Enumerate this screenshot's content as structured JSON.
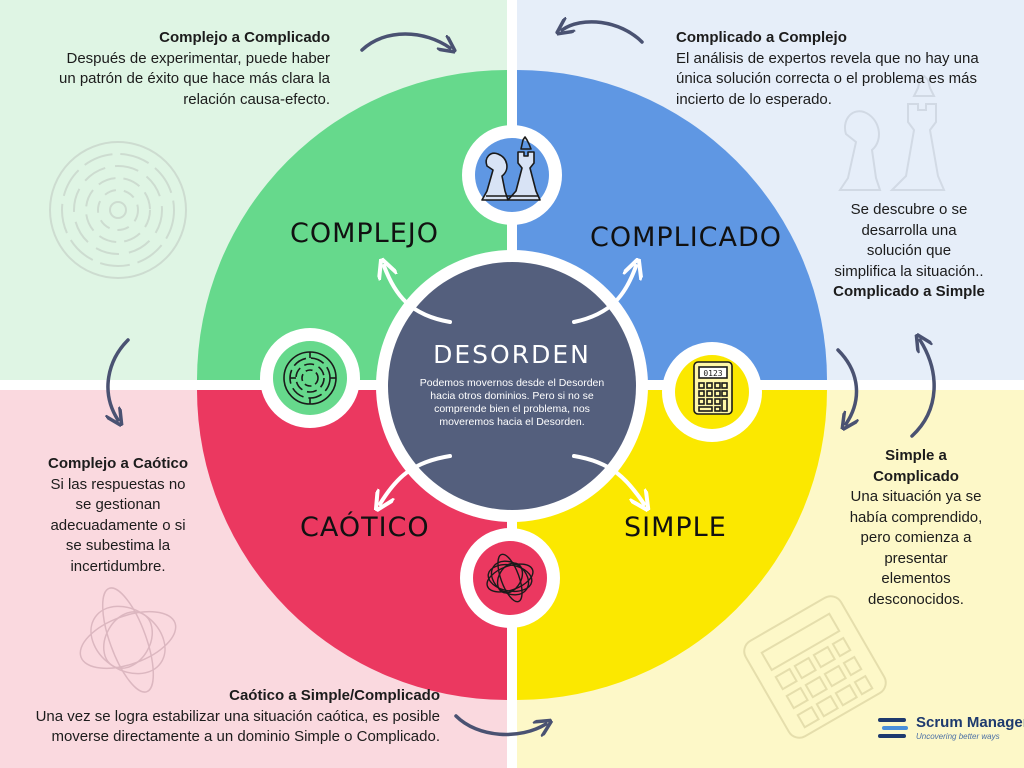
{
  "domains": {
    "complejo": "COMPLEJO",
    "complicado": "COMPLICADO",
    "caotico": "CAÓTICO",
    "simple": "SIMPLE"
  },
  "center": {
    "title": "DESORDEN",
    "body": "Podemos movernos desde el Desorden hacia otros dominios. Pero si no se comprende bien el problema, nos moveremos hacia el Desorden."
  },
  "transitions": {
    "complejo_a_complicado": {
      "title": "Complejo a Complicado",
      "lines": [
        "Después de experimentar, puede haber",
        "un patrón de éxito que hace más clara la",
        "relación causa-efecto."
      ]
    },
    "complicado_a_complejo": {
      "title": "Complicado a Complejo",
      "lines": [
        "El análisis de expertos revela que no hay una",
        "única solución correcta o el problema es más",
        "incierto de lo esperado."
      ]
    },
    "complicado_a_simple": {
      "title": "Complicado a Simple",
      "lines": [
        "Se descubre o se",
        "desarrolla una",
        "solución que",
        "simplifica la situación.."
      ]
    },
    "complejo_a_caotico": {
      "title": "Complejo a Caótico",
      "lines": [
        "Si las respuestas no",
        "se gestionan",
        "adecuadamente o si",
        "se subestima la",
        "incertidumbre."
      ]
    },
    "simple_a_complicado": {
      "title_lines": [
        "Simple a",
        "Complicado"
      ],
      "lines": [
        "Una situación ya se",
        "había comprendido,",
        "pero comienza a",
        "presentar",
        "elementos",
        "desconocidos."
      ]
    },
    "caotico_a_simple": {
      "title": "Caótico a Simple/Complicado",
      "lines": [
        "Una vez se logra estabilizar una situación caótica, es posible",
        "moverse directamente a un dominio Simple o Complicado."
      ]
    }
  },
  "icons": {
    "complejo": "maze-icon",
    "complicado": "chess-icon",
    "caotico": "tangle-icon",
    "simple": "calculator-icon"
  },
  "calculator_display": "0123",
  "logo": {
    "name": "Scrum Manager",
    "tagline": "Uncovering better ways"
  },
  "colors": {
    "complejo": "#66d98c",
    "complicado": "#5f97e3",
    "caotico": "#eb3860",
    "simple": "#fbe800",
    "desorden": "#545f7d",
    "arrow": "#4a5272"
  }
}
